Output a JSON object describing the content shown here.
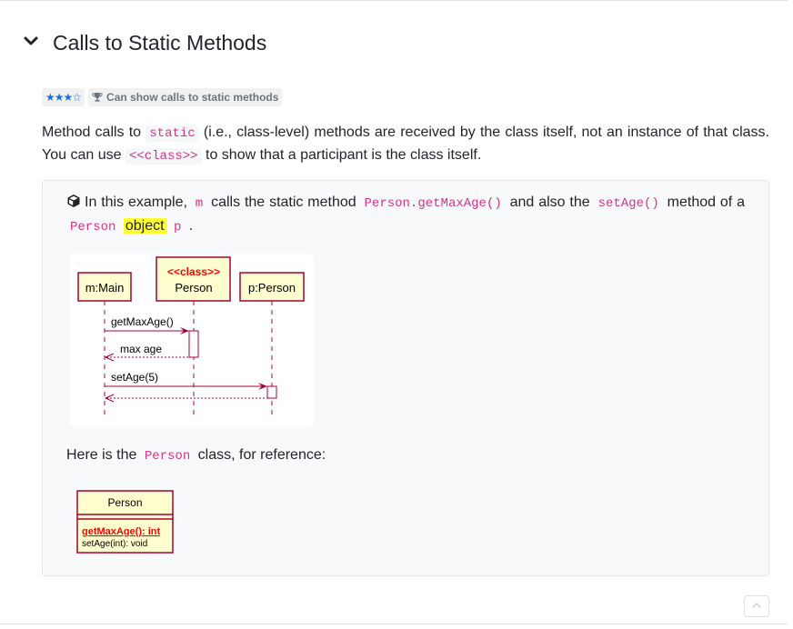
{
  "section": {
    "title": "Calls to Static Methods",
    "chevron_icon": "chevron-down-icon"
  },
  "badges": {
    "stars": "★★★☆",
    "stars_icon": "star-rating-icon",
    "trophy_icon": "trophy-icon",
    "outcome": "Can show calls to static methods"
  },
  "intro": {
    "t1": "Method calls to ",
    "c1": "static",
    "t2": " (i.e., class-level) methods are received by the class itself, not an instance of that class. You can use ",
    "c2": "<<class>>",
    "t3": " to show that a participant is the class itself."
  },
  "example": {
    "icon": "cube-icon",
    "t1": "In this example, ",
    "c1": "m",
    "t2": " calls the static method ",
    "c2": "Person.getMaxAge()",
    "t3": " and also the ",
    "c3": "setAge()",
    "t4": " method of a ",
    "c4": "Person",
    "highlight": "object",
    "c5": "p",
    "t5": " ."
  },
  "sequence_diagram": {
    "participant_main": "m:Main",
    "participant_class_stereotype": "<<class>>",
    "participant_class": "Person",
    "participant_person": "p:Person",
    "msg_get": "getMaxAge()",
    "msg_return": "max age",
    "msg_set": "setAge(5)",
    "colors": {
      "border": "#a80036",
      "fill": "#fefece",
      "stereotype": "#ff0000"
    }
  },
  "reference": {
    "t1": "Here is the ",
    "c1": "Person",
    "t2": " class, for reference:"
  },
  "class_diagram": {
    "name": "Person",
    "static_method": "getMaxAge(): int",
    "method": "setAge(int): void"
  },
  "controls": {
    "scroll_top_icon": "chevron-up-icon"
  }
}
